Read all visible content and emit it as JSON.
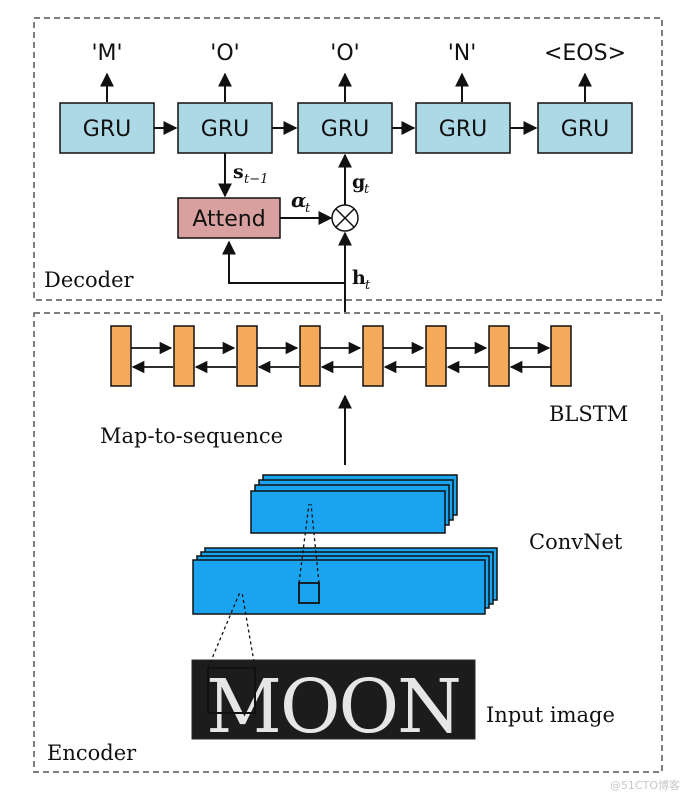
{
  "decoder": {
    "label": "Decoder",
    "outputs": [
      "'M'",
      "'O'",
      "'O'",
      "'N'",
      "<EOS>"
    ],
    "gru_label": "GRU",
    "attend_label": "Attend",
    "s_prev_label": "s",
    "s_prev_sub": "t−1",
    "alpha_label": "α",
    "alpha_sub": "t",
    "g_label": "g",
    "g_sub": "t",
    "h_label": "h",
    "h_sub": "t"
  },
  "encoder": {
    "label": "Encoder",
    "blstm_label": "BLSTM",
    "map_label": "Map-to-sequence",
    "convnet_label": "ConvNet",
    "input_label": "Input image",
    "input_word": "MOON"
  },
  "watermark": "@51CTO博客",
  "colors": {
    "gru_fill": "#add8e6",
    "attend_fill": "#d9a0a0",
    "lstm_fill": "#f5a95a",
    "conv_fill": "#1aa3ee",
    "image_bg": "#1c1c1c"
  }
}
